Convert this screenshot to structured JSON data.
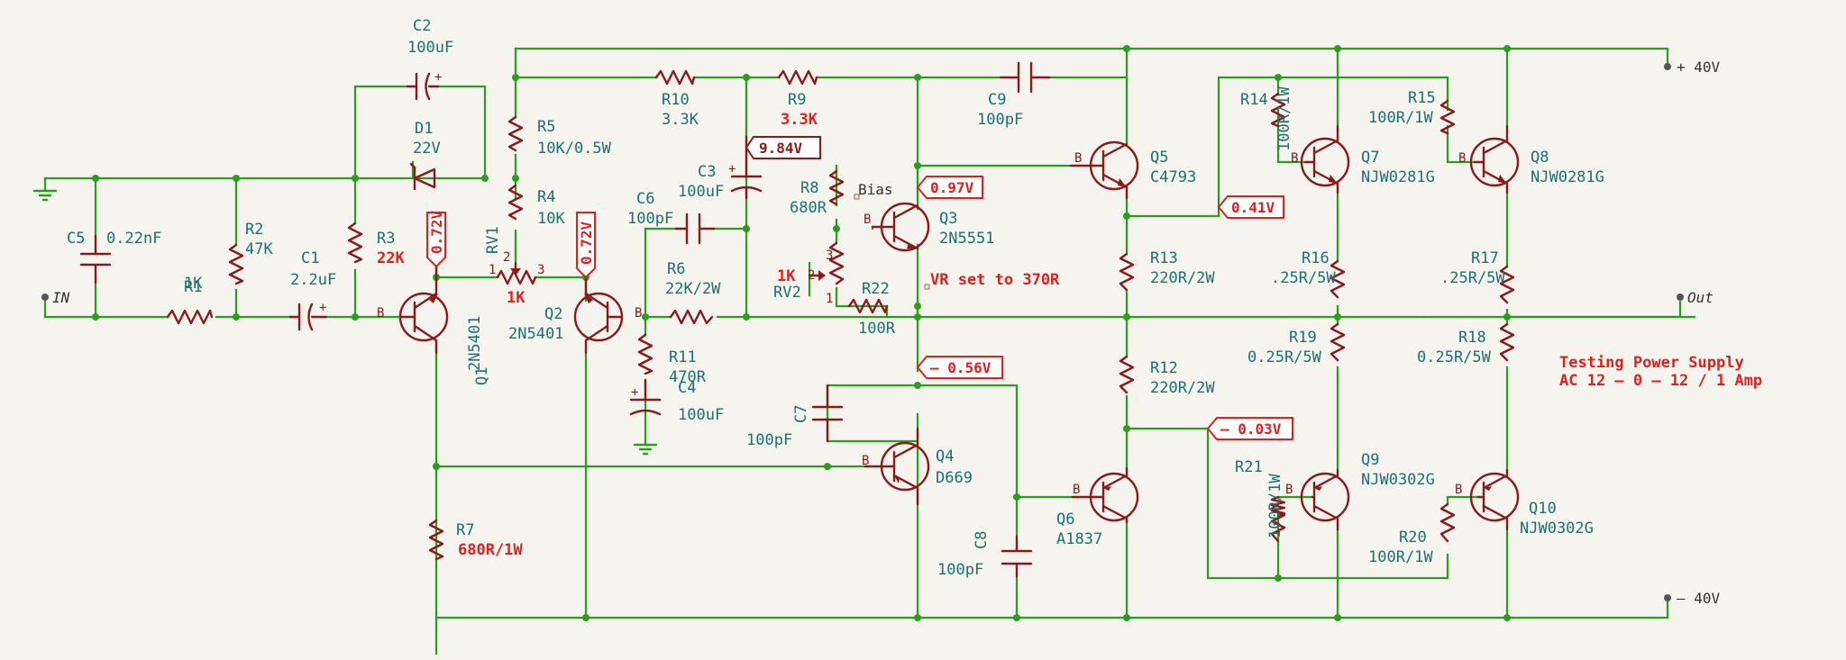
{
  "voltage_labels": {
    "q1": "0.72V",
    "q2": "0.72V",
    "c3": "9.84V",
    "q3": "0.97V",
    "q5": "0.41V",
    "q4": "– 0.56V",
    "r12": "– 0.03V"
  },
  "pins": {
    "b": "B",
    "e": "",
    "p1": "1",
    "p2": "2",
    "p3": "3"
  },
  "components": {
    "c2": {
      "ref": "C2",
      "value": "100uF"
    },
    "d1": {
      "ref": "D1",
      "value": "22V"
    },
    "r5": {
      "ref": "R5",
      "value": "10K/0.5W"
    },
    "r4": {
      "ref": "R4",
      "value": "10K"
    },
    "r10": {
      "ref": "R10",
      "value": "3.3K"
    },
    "r9": {
      "ref": "R9",
      "value": "3.3K"
    },
    "c9": {
      "ref": "C9",
      "value": "100pF"
    },
    "c3": {
      "ref": "C3",
      "value": "100uF"
    },
    "c6": {
      "ref": "C6",
      "value": "100pF"
    },
    "r6": {
      "ref": "R6",
      "value": "22K/2W"
    },
    "r11": {
      "ref": "R11",
      "value": "470R"
    },
    "c4": {
      "ref": "C4",
      "value": "100uF"
    },
    "r8": {
      "ref": "R8",
      "value": "680R",
      "note": "Bias"
    },
    "q3": {
      "ref": "Q3",
      "value": "2N5551"
    },
    "rv2": {
      "ref": "RV2",
      "value": "1K"
    },
    "r22": {
      "ref": "R22",
      "value": "100R"
    },
    "q5": {
      "ref": "Q5",
      "value": "C4793"
    },
    "r13": {
      "ref": "R13",
      "value": "220R/2W"
    },
    "r12": {
      "ref": "R12",
      "value": "220R/2W"
    },
    "q4": {
      "ref": "Q4",
      "value": "D669"
    },
    "q6": {
      "ref": "Q6",
      "value": "A1837"
    },
    "r21": {
      "ref": "R21",
      "value": "100R/1W"
    },
    "r14": {
      "ref": "R14",
      "value": "100R/1W"
    },
    "q7": {
      "ref": "Q7",
      "value": "NJW0281G"
    },
    "r15": {
      "ref": "R15",
      "value": "100R/1W"
    },
    "q8": {
      "ref": "Q8",
      "value": "NJW0281G"
    },
    "r16": {
      "ref": "R16",
      "value": ".25R/5W"
    },
    "r17": {
      "ref": "R17",
      "value": ".25R/5W"
    },
    "r19": {
      "ref": "R19",
      "value": "0.25R/5W"
    },
    "r18": {
      "ref": "R18",
      "value": "0.25R/5W"
    },
    "q9": {
      "ref": "Q9",
      "value": "NJW0302G"
    },
    "q10": {
      "ref": "Q10",
      "value": "NJW0302G"
    },
    "r20": {
      "ref": "R20",
      "value": "100R/1W"
    },
    "c5": {
      "ref": "C5",
      "value": "0.22nF"
    },
    "r2": {
      "ref": "R2",
      "value": "47K"
    },
    "r1": {
      "ref": "R1",
      "value": "1K"
    },
    "c1": {
      "ref": "C1",
      "value": "2.2uF"
    },
    "r3": {
      "ref": "R3",
      "value": "22K"
    },
    "q1": {
      "ref": "Q1",
      "value": "2N5401"
    },
    "q2": {
      "ref": "Q2",
      "value": "2N5401"
    },
    "rv1": {
      "ref": "RV1",
      "value": "1K"
    },
    "r7": {
      "ref": "R7",
      "value": "680R/1W"
    },
    "c7": {
      "ref": "C7",
      "value": "100pF"
    },
    "c8": {
      "ref": "C8",
      "value": "100pF"
    }
  },
  "ports": {
    "plus": "+ 40V",
    "minus": "– 40V",
    "in": "IN",
    "out": "Out"
  },
  "notes": {
    "vr_set": "VR set to 370R",
    "line1": "Testing Power Supply",
    "line2": "AC 12 – 0 – 12 / 1 Amp"
  },
  "colors": {
    "wire": "#2c9c1e",
    "component": "#8a1a1a",
    "text": "#1f6f70",
    "highlight": "#e01f1f",
    "background": "#f5f4ef"
  }
}
